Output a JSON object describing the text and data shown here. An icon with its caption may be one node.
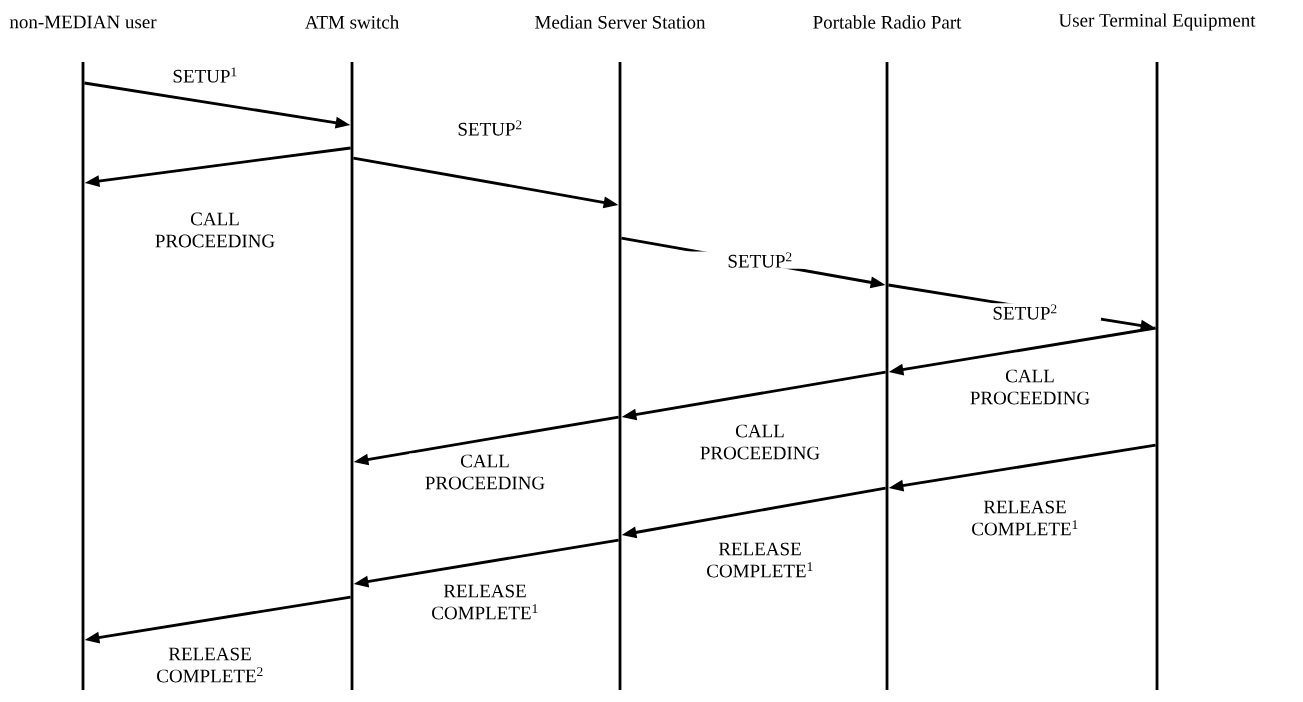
{
  "diagram": {
    "nodes": [
      {
        "text": [
          "non-MEDIAN user"
        ]
      },
      {
        "text": [
          "ATM switch"
        ]
      },
      {
        "text": [
          "Median Server Station"
        ]
      },
      {
        "text": [
          "Portable Radio Part"
        ]
      },
      {
        "text": [
          "User Terminal Equipment"
        ]
      }
    ],
    "edges": [
      {
        "from": 0,
        "to": 1,
        "arrow": "to",
        "label": "SETUP$^{1}$"
      },
      {
        "from": 1,
        "to": 0,
        "arrow": "to",
        "label": "CALL PROCEEDING"
      },
      {
        "from": 1,
        "to": 2,
        "arrow": "to",
        "label": "SETUP$^{2}$"
      },
      {
        "from": 2,
        "to": 3,
        "arrow": "to",
        "label": "SETUP$^{2}$"
      },
      {
        "from": 3,
        "to": 4,
        "arrow": "to",
        "label": "SETUP$^{2}$"
      },
      {
        "from": 4,
        "to": 3,
        "arrow": "to",
        "label": "CALL PROCEEDING"
      },
      {
        "from": 3,
        "to": 2,
        "arrow": "to",
        "label": "CALL PROCEEDING"
      },
      {
        "from": 2,
        "to": 1,
        "arrow": "to",
        "label": "CALL PROCEEDING"
      },
      {
        "from": 4,
        "to": 3,
        "arrow": "to",
        "label": "RELEASE COMPLETE$^{1}$"
      },
      {
        "from": 3,
        "to": 2,
        "arrow": "to",
        "label": "RELEASE COMPLETE$^{1}$"
      },
      {
        "from": 2,
        "to": 1,
        "arrow": "to",
        "label": "RELEASE COMPLETE$^{1}$"
      },
      {
        "from": 1,
        "to": 0,
        "arrow": "to",
        "label": "RELEASE COMPLETE$^{2}$"
      }
    ]
  }
}
